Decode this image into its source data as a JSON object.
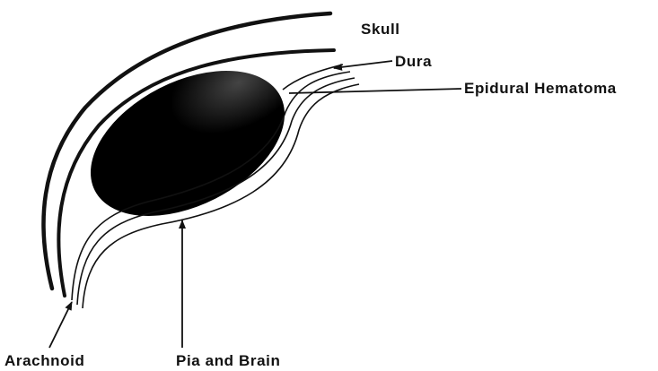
{
  "labels": {
    "skull": "Skull",
    "dura": "Dura",
    "epidural_hematoma": "Epidural Hematoma",
    "arachnoid": "Arachnoid",
    "pia_and_brain": "Pia and Brain"
  },
  "colors": {
    "ink": "#111111",
    "background": "#ffffff"
  }
}
